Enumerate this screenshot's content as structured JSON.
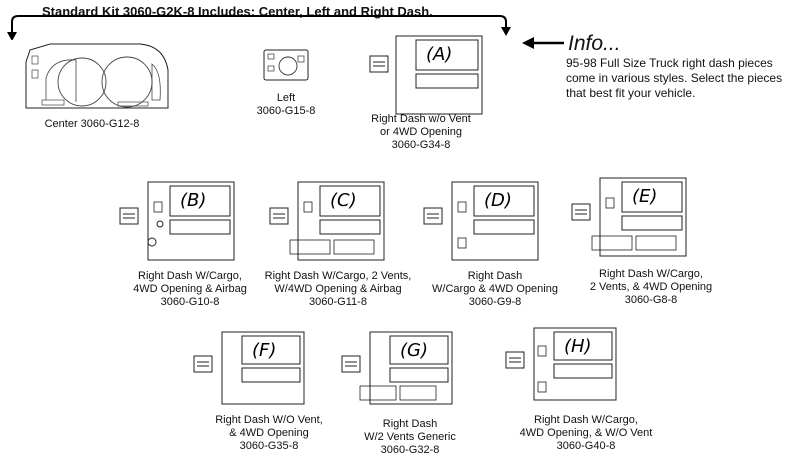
{
  "header": {
    "title": "Standard Kit  3060-G2K-8  Includes: Center, Left and Right Dash."
  },
  "info": {
    "title": "Info...",
    "text": "95-98 Full Size Truck right dash pieces come in various styles. Select the pieces that best fit your vehicle."
  },
  "center": {
    "caption": "Center 3060-G12-8"
  },
  "left": {
    "caption": "Left\n3060-G15-8"
  },
  "parts": [
    {
      "label": "(A)",
      "caption": "Right Dash w/o Vent\nor 4WD Opening\n3060-G34-8"
    },
    {
      "label": "(B)",
      "caption": "Right Dash W/Cargo,\n4WD Opening & Airbag\n3060-G10-8"
    },
    {
      "label": "(C)",
      "caption": "Right Dash W/Cargo, 2 Vents,\nW/4WD Opening & Airbag\n3060-G11-8"
    },
    {
      "label": "(D)",
      "caption": "Right Dash\nW/Cargo & 4WD Opening\n3060-G9-8"
    },
    {
      "label": "(E)",
      "caption": "Right Dash W/Cargo,\n2 Vents, & 4WD Opening\n3060-G8-8"
    },
    {
      "label": "(F)",
      "caption": "Right Dash W/O Vent,\n& 4WD Opening\n3060-G35-8"
    },
    {
      "label": "(G)",
      "caption": "Right Dash\nW/2 Vents Generic\n3060-G32-8"
    },
    {
      "label": "(H)",
      "caption": "Right Dash W/Cargo,\n4WD Opening, & W/O Vent\n3060-G40-8"
    }
  ]
}
